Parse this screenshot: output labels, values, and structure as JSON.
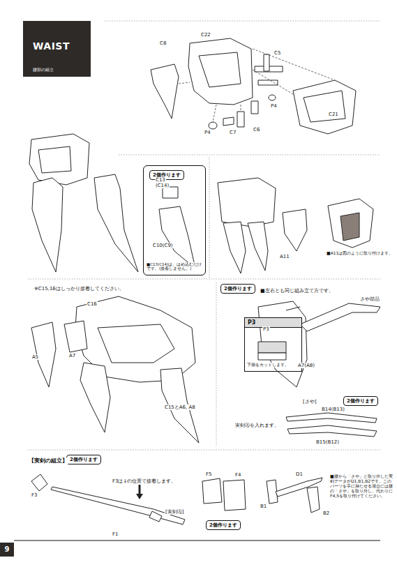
{
  "diagram": {
    "title": "WAIST",
    "nodes": [
      {
        "text": [
          "WAIST",
          "腰部の組立"
        ]
      },
      {
        "text": [
          "■C13(C14)は、はめ込むだけです。(接着しません。)"
        ]
      },
      {
        "text": [
          "2個作ります"
        ],
        "in": 1
      },
      {
        "text": [
          "2個作ります"
        ]
      },
      {
        "text": [
          "P3",
          "下側をカットします。"
        ]
      },
      {
        "text": [
          "2個作ります"
        ]
      },
      {
        "text": [
          "2個作ります"
        ]
      },
      {
        "text": [
          "2個作ります"
        ]
      },
      {
        "text": [
          "9"
        ]
      }
    ],
    "labels": [
      "C8",
      "C22",
      "C5",
      "C21",
      "P4",
      "C6",
      "P4",
      "C7",
      "C13",
      "(C14)",
      "C10(C9)",
      "A11",
      "■A11は図のように取り付けます。",
      "※C15,16はしっかり接着してください。",
      "C16",
      "A5",
      "A7",
      "C15とA6, A8",
      "■左右とも同じ組み立て方です。",
      "P3",
      "A7(A8)",
      "さや部品",
      "[さや]",
      "B14(B13)",
      "実剣Ⓐを入れます。",
      "B15(B12)",
      "【実剣の組立】",
      "F3は↓の位置で接着します。",
      "F3",
      "F1",
      "[実剣Ⓐ]",
      "F5",
      "F4",
      "D1",
      "B1",
      "B2",
      "■腰から「さや」と取り外した実剣データがD1,B1,B2です。このパーツを手に持たせる場合には腰の「さや」を取り外し、代わりにF4,5を取り付けてください。"
    ]
  }
}
